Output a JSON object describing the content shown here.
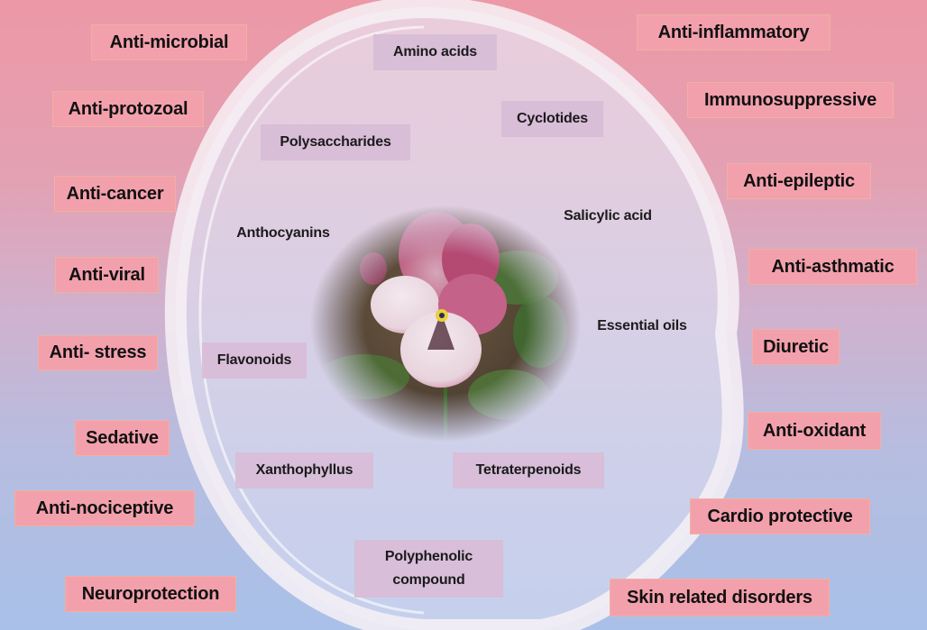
{
  "activities_left": [
    "Anti-microbial",
    "Anti-protozoal",
    "Anti-cancer",
    "Anti-viral",
    "Anti- stress",
    "Sedative",
    "Anti-nociceptive",
    "Neuroprotection"
  ],
  "activities_right": [
    "Anti-inflammatory",
    "Immunosuppressive",
    "Anti-epileptic",
    "Anti-asthmatic",
    "Diuretic",
    "Anti-oxidant",
    "Cardio protective",
    "Skin related disorders"
  ],
  "compounds": [
    "Amino acids",
    "Cyclotides",
    "Polysaccharides",
    "Salicylic acid",
    "Anthocyanins",
    "Essential oils",
    "Flavonoids",
    "Xanthophyllus",
    "Tetraterpenoids",
    "Polyphenolic compound"
  ],
  "colors": {
    "activity_box": "#f3a0ad",
    "compound_box": "#d9bed8",
    "petal": "#c94c78"
  }
}
